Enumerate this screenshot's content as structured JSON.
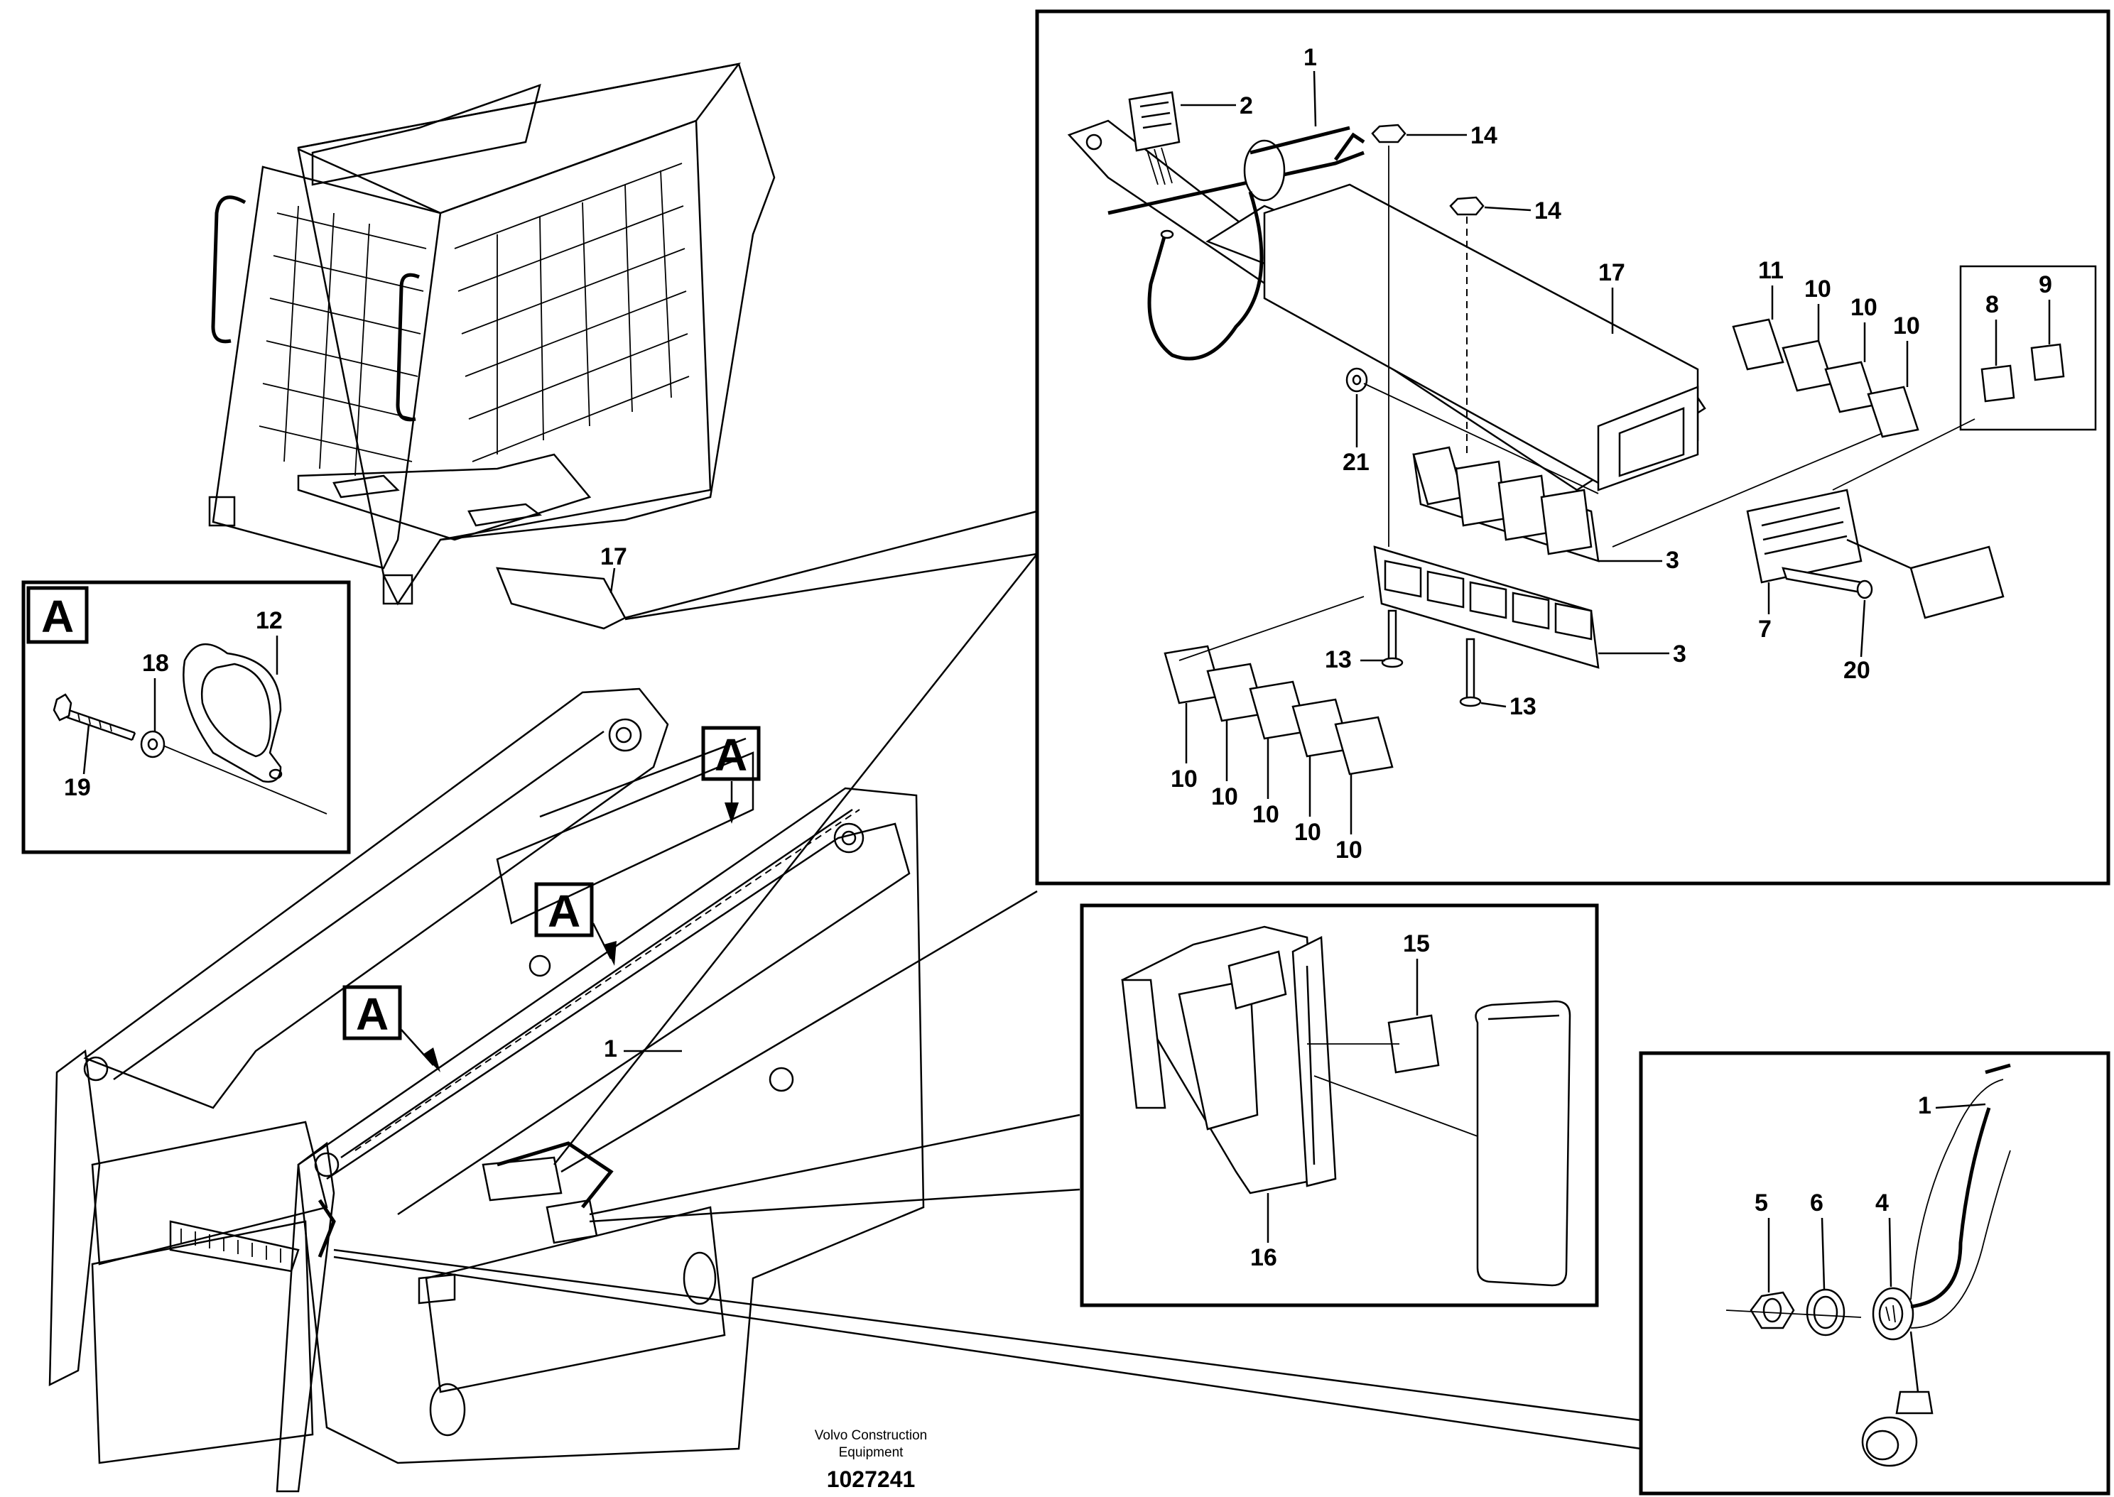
{
  "footer": {
    "company_line1": "Volvo Construction",
    "company_line2": "Equipment",
    "drawing_number": "1027241"
  },
  "callout_letter": "A",
  "detail_main": {
    "labels": [
      "1",
      "2",
      "14",
      "14",
      "17",
      "11",
      "10",
      "10",
      "10",
      "8",
      "9",
      "21",
      "3",
      "3",
      "7",
      "20",
      "13",
      "13",
      "10",
      "10",
      "10",
      "10",
      "10"
    ]
  },
  "detail_a": {
    "labels": [
      "12",
      "18",
      "19"
    ]
  },
  "cab_labels": [
    "17"
  ],
  "frame_labels": [
    "1"
  ],
  "detail_fuse": {
    "labels": [
      "15",
      "16"
    ]
  },
  "detail_connector": {
    "labels": [
      "1",
      "5",
      "6",
      "4"
    ]
  }
}
